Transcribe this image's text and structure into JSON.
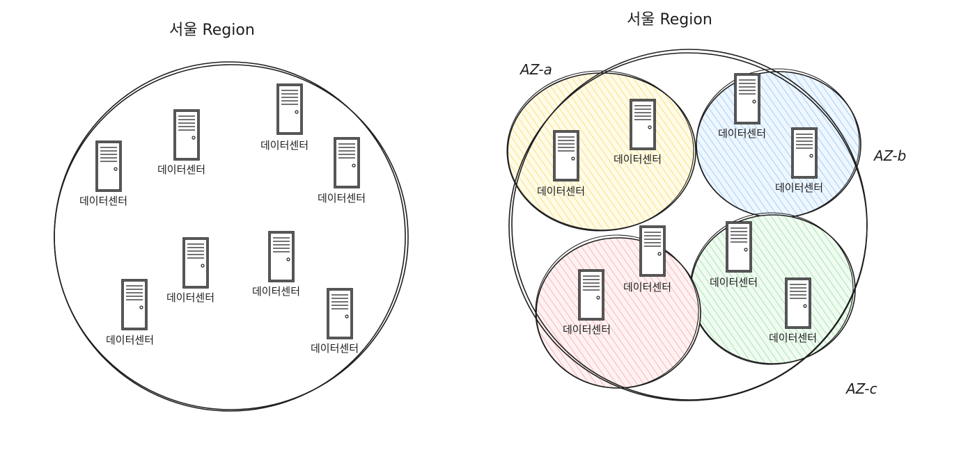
{
  "left": {
    "title": "서울 Region",
    "datacenters": [
      {
        "label": "데이터센터"
      },
      {
        "label": "데이터센터"
      },
      {
        "label": "데이터센터"
      },
      {
        "label": "데이터센터"
      },
      {
        "label": "데이터센터"
      },
      {
        "label": "데이터센터"
      },
      {
        "label": "데이터센터"
      },
      {
        "label": "데이터센터"
      }
    ]
  },
  "right": {
    "title": "서울 Region",
    "zones": [
      {
        "name": "AZ-a",
        "color": "#fff3bf",
        "datacenters": [
          {
            "label": "데이터센터"
          },
          {
            "label": "데이터센터"
          }
        ]
      },
      {
        "name": "AZ-b",
        "color": "#d0ebff",
        "datacenters": [
          {
            "label": "데이터센터"
          },
          {
            "label": "데이터센터"
          }
        ]
      },
      {
        "name": "AZ-c",
        "color": "#d3f9d8",
        "datacenters": [
          {
            "label": "데이터센터"
          },
          {
            "label": "데이터센터"
          }
        ]
      },
      {
        "name": "",
        "color": "#ffe3e3",
        "datacenters": [
          {
            "label": "데이터센터"
          },
          {
            "label": "데이터센터"
          }
        ]
      }
    ]
  }
}
